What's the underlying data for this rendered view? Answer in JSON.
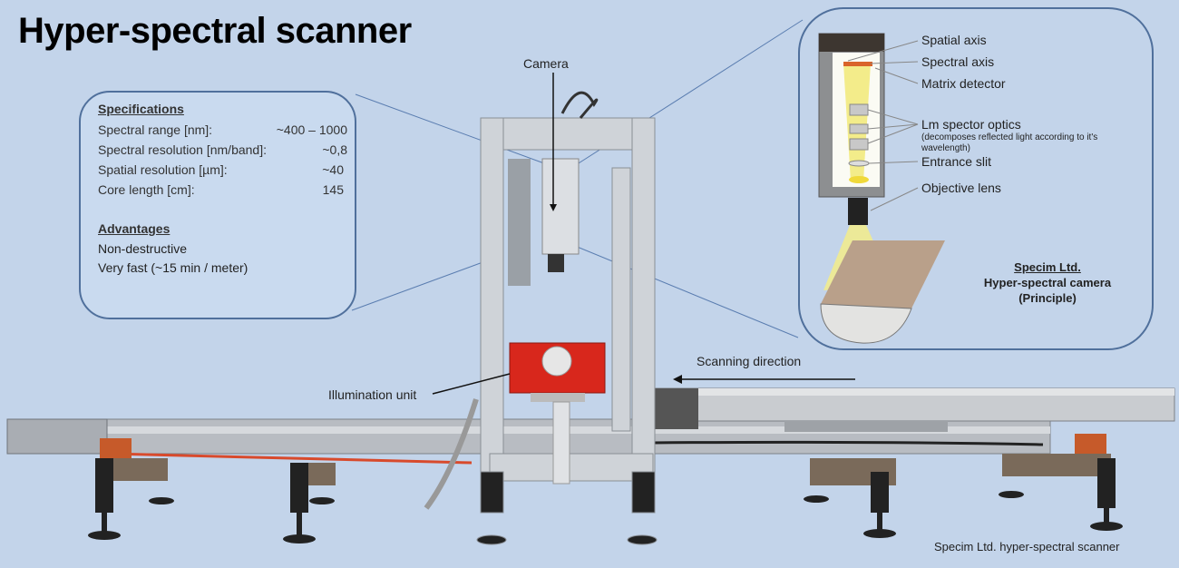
{
  "title": "Hyper-spectral scanner",
  "specifications": {
    "heading": "Specifications",
    "rows": [
      {
        "label": "Spectral range [nm]:",
        "value": "~400 – 1000"
      },
      {
        "label": "Spectral resolution [nm/band]:",
        "value": "~0,8"
      },
      {
        "label": "Spatial resolution [µm]:",
        "value": "~40"
      },
      {
        "label": "Core length [cm]:",
        "value": "145"
      }
    ]
  },
  "advantages": {
    "heading": "Advantages",
    "items": [
      "Non-destructive",
      "Very fast (~15 min / meter)"
    ]
  },
  "principle": {
    "labels": {
      "spatial_axis": "Spatial axis",
      "spectral_axis": "Spectral axis",
      "matrix_detector": "Matrix detector",
      "optics": "Lm spector optics",
      "optics_note": "(decomposes reflected light according to it's wavelength)",
      "entrance_slit": "Entrance slit",
      "objective_lens": "Objective lens"
    },
    "caption_company": "Specim Ltd.",
    "caption_line2": "Hyper-spectral camera",
    "caption_line3": "(Principle)"
  },
  "photo_labels": {
    "camera": "Camera",
    "illumination_unit": "Illumination unit",
    "scanning_direction": "Scanning direction"
  },
  "caption": "Specim Ltd. hyper-spectral scanner"
}
